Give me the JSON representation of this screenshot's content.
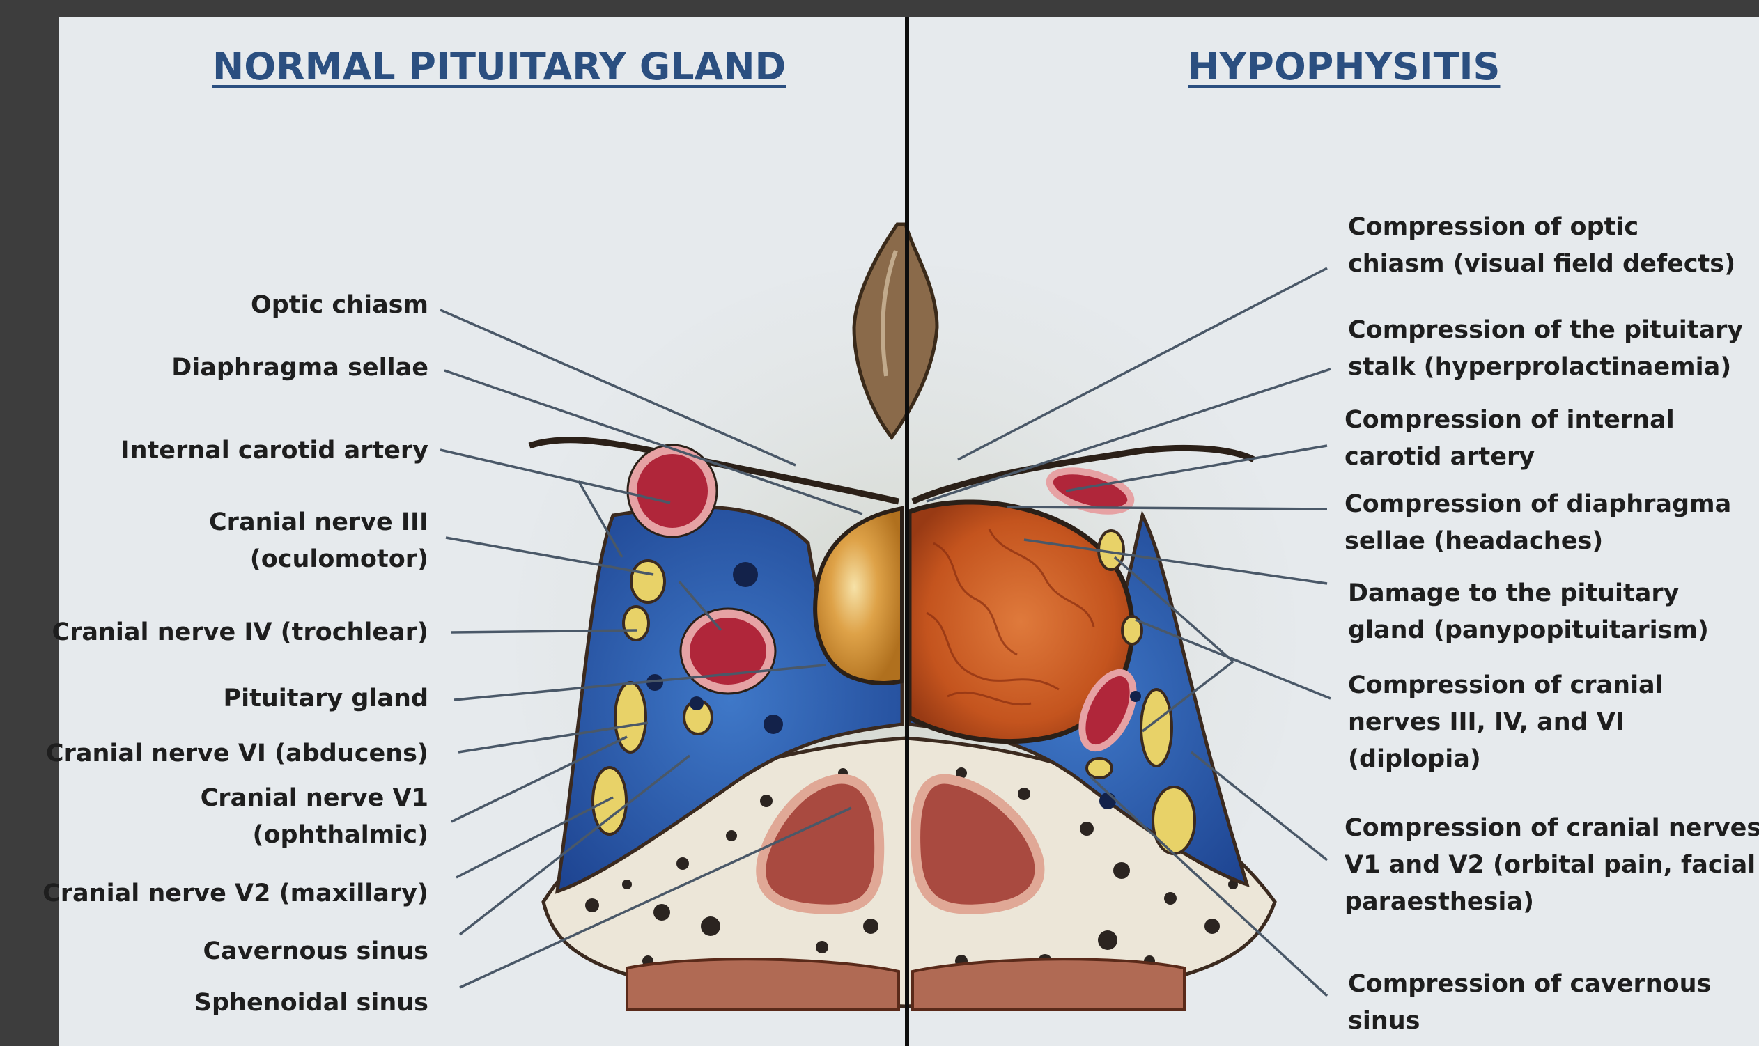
{
  "titles": {
    "left": "NORMAL PITUITARY GLAND",
    "right": "HYPOPHYSITIS"
  },
  "left_labels": {
    "optic_chiasm": [
      "Optic chiasm"
    ],
    "diaphragma_sellae": [
      "Diaphragma sellae"
    ],
    "internal_carotid": [
      "Internal carotid artery"
    ],
    "cn3": [
      "Cranial nerve III",
      "(oculomotor)"
    ],
    "cn4": [
      "Cranial nerve IV (trochlear)"
    ],
    "pituitary": [
      "Pituitary gland"
    ],
    "cn6": [
      "Cranial nerve VI (abducens)"
    ],
    "cnv1": [
      "Cranial nerve V1",
      "(ophthalmic)"
    ],
    "cnv2": [
      "Cranial nerve V2 (maxillary)"
    ],
    "cavernous": [
      "Cavernous sinus"
    ],
    "sphenoidal": [
      "Sphenoidal sinus"
    ]
  },
  "right_labels": {
    "optic": [
      "Compression of optic",
      "chiasm (visual field defects)"
    ],
    "stalk": [
      "Compression of the pituitary",
      "stalk (hyperprolactinaemia)"
    ],
    "carotid": [
      "Compression of internal",
      "carotid artery"
    ],
    "diaphragma": [
      "Compression of diaphragma",
      "sellae (headaches)"
    ],
    "gland": [
      "Damage to the pituitary",
      "gland (panypopituitarism)"
    ],
    "nerves": [
      "Compression of cranial",
      "nerves III, IV, and VI",
      "(diplopia)"
    ],
    "v1v2": [
      "Compression of cranial nerves",
      "V1 and V2 (orbital pain, facial",
      "paraesthesia)"
    ],
    "cavernous": [
      "Compression of cavernous",
      "sinus"
    ]
  },
  "colors": {
    "title": "#2b4f80",
    "leader_line": "#4a5868",
    "cavernous_blue": "#2456a8",
    "gland_normal": "#d99a3a",
    "gland_inflamed": "#c0521e",
    "artery": "#b0263a",
    "nerve": "#e8d268",
    "bone": "#ece6d8"
  }
}
